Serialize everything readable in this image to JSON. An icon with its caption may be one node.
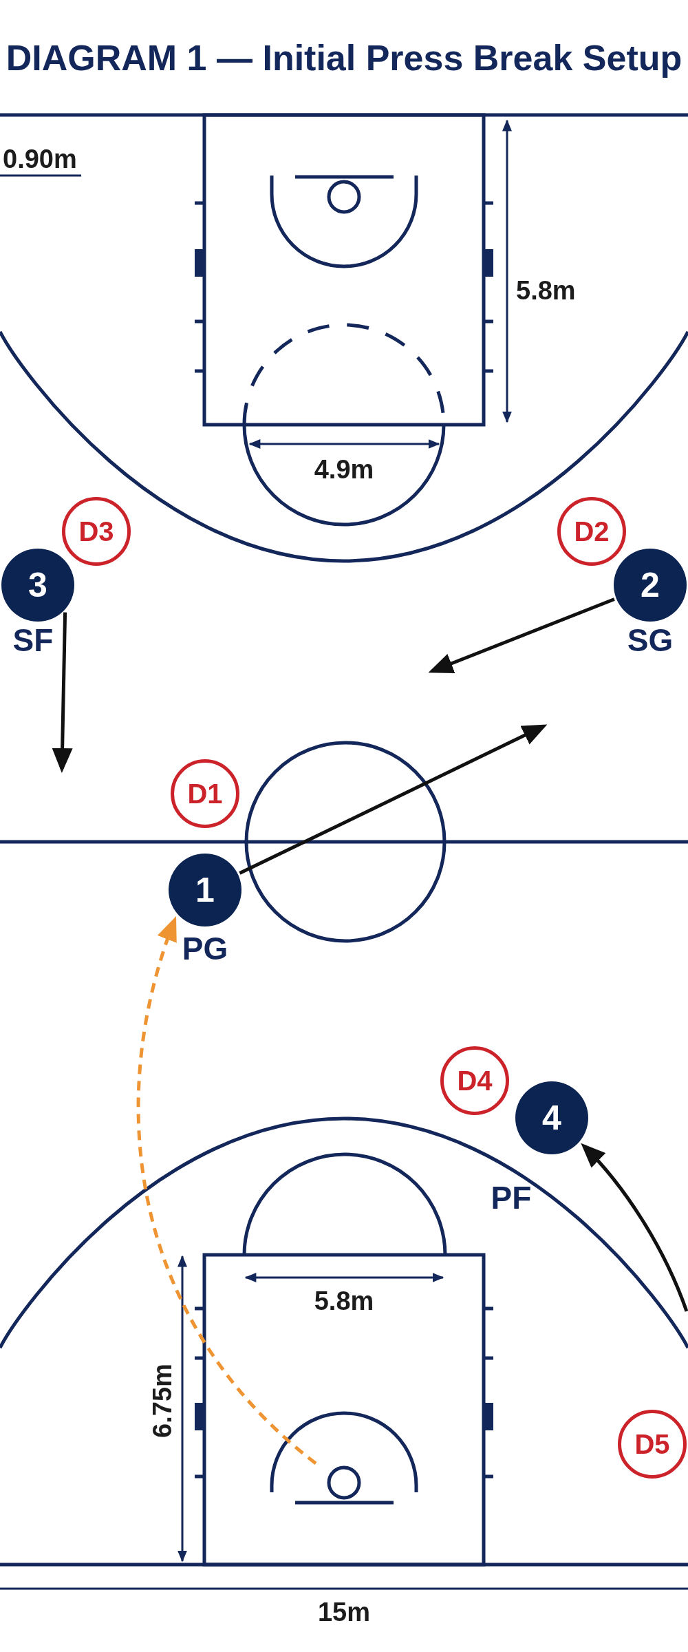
{
  "diagram": {
    "title": "DIAGRAM 1 — Initial Press Break Setup",
    "nodes": [
      {
        "text": [
          "3"
        ],
        "beside": [
          "SF"
        ]
      },
      {
        "text": [
          "D3"
        ]
      },
      {
        "text": [
          "D2"
        ]
      },
      {
        "text": [
          "2"
        ],
        "beside": [
          "SG"
        ]
      },
      {
        "text": [
          "D1"
        ]
      },
      {
        "text": [
          "1"
        ],
        "beside": [
          "PG"
        ]
      },
      {
        "text": [
          "D4"
        ]
      },
      {
        "text": [
          "4"
        ],
        "beside": [
          "PF"
        ]
      },
      {
        "text": [
          "D5"
        ]
      }
    ],
    "edges": [
      {
        "from": 0,
        "to": null,
        "arrow": "to"
      },
      {
        "from": 3,
        "to": null,
        "arrow": "to"
      },
      {
        "from": 5,
        "to": null,
        "arrow": "to"
      },
      {
        "from": null,
        "to": 5,
        "arrow": "to",
        "style": "dashed",
        "color": "#ef9433"
      },
      {
        "from": null,
        "to": 7,
        "arrow": "to"
      }
    ],
    "labels": [
      "0.90m",
      "5.8m",
      "4.9m",
      "5.8m",
      "6.75m",
      "15m"
    ]
  }
}
